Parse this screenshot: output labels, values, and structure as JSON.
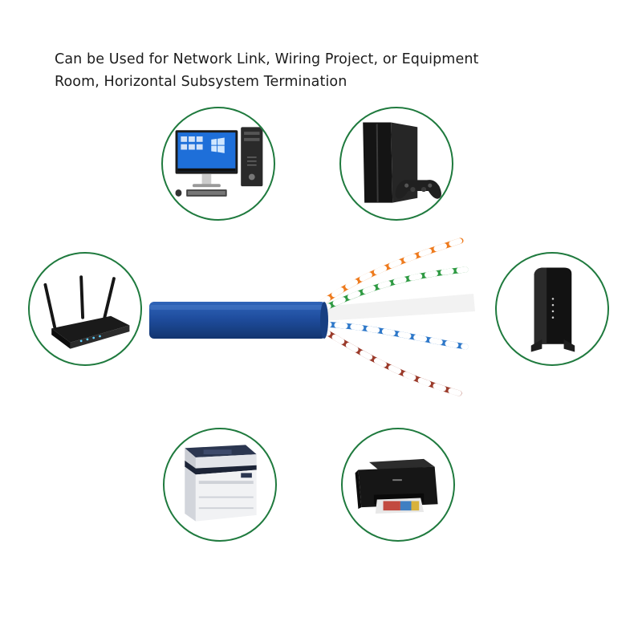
{
  "headline": {
    "line1": "Can be Used for Network Link, Wiring Project, or Equipment",
    "line2": "Room, Horizontal Subsystem Termination"
  },
  "devices": [
    {
      "name": "desktop-computer",
      "icon": "desktop-computer-icon"
    },
    {
      "name": "game-console",
      "icon": "game-console-icon"
    },
    {
      "name": "wifi-router",
      "icon": "router-icon"
    },
    {
      "name": "modem",
      "icon": "modem-icon"
    },
    {
      "name": "laser-printer",
      "icon": "laser-printer-icon"
    },
    {
      "name": "inkjet-printer",
      "icon": "inkjet-printer-icon"
    }
  ],
  "cable": {
    "icon": "ethernet-cable-icon",
    "jacket_color": "#1d4e9b"
  },
  "colors": {
    "bubble_border": "#1f7a3e"
  }
}
